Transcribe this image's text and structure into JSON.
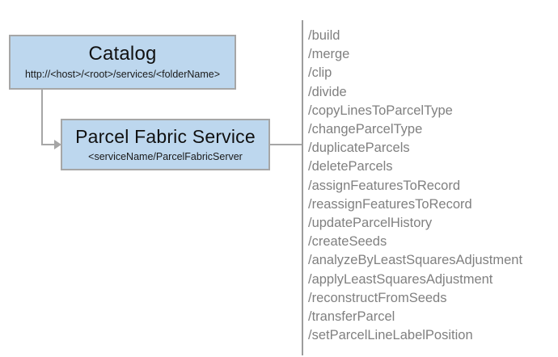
{
  "diagram": {
    "type": "architecture-diagram",
    "nodes": [
      {
        "id": "catalog",
        "title": "Catalog",
        "subtitle": "http://<host>/<root>/services/<folderName>"
      },
      {
        "id": "parcel-fabric-service",
        "title": "Parcel Fabric Service",
        "subtitle": "<serviceName/ParcelFabricServer"
      }
    ],
    "operations": [
      "/build",
      "/merge",
      "/clip",
      "/divide",
      "/copyLinesToParcelType",
      "/changeParcelType",
      "/duplicateParcels",
      "/deleteParcels",
      "/assignFeaturesToRecord",
      "/reassignFeaturesToRecord",
      "/updateParcelHistory",
      "/createSeeds",
      "/analyzeByLeastSquaresAdjustment",
      "/applyLeastSquaresAdjustment",
      "/reconstructFromSeeds",
      "/transferParcel",
      "/setParcelLineLabelPosition"
    ],
    "colors": {
      "node_fill": "#bdd7ee",
      "node_border": "#a6a6a6",
      "connector": "#a6a6a6",
      "divider": "#9c9c9c",
      "operation_text": "#808080",
      "title_text": "#111111",
      "background": "#ffffff"
    }
  }
}
